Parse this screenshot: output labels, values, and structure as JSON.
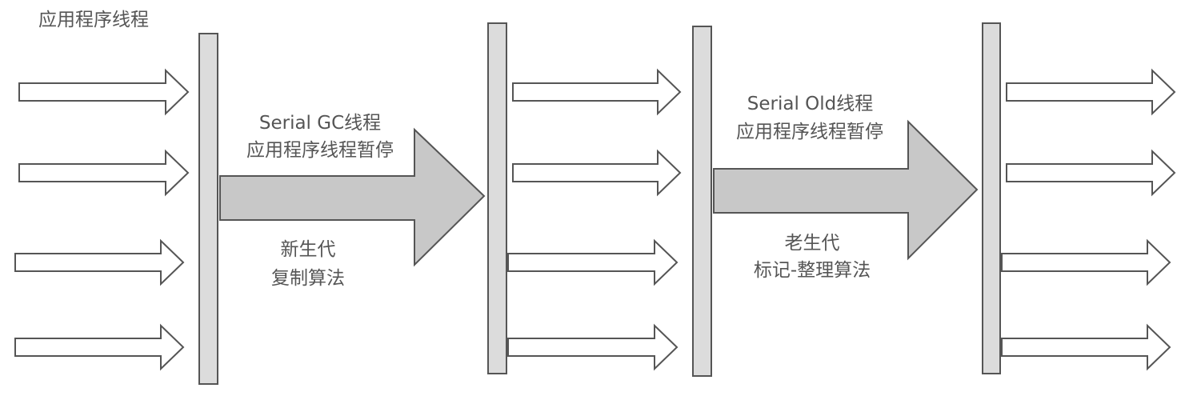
{
  "diagram": {
    "app_threads_label": "应用程序线程",
    "serial_gc": {
      "title": "Serial GC线程",
      "pause_note": "应用程序线程暂停",
      "generation": "新生代",
      "algorithm": "复制算法"
    },
    "serial_old": {
      "title": "Serial Old线程",
      "pause_note": "应用程序线程暂停",
      "generation": "老生代",
      "algorithm": "标记-整理算法"
    }
  },
  "colors": {
    "bar_fill": "#dcdcdc",
    "big_arrow_fill": "#c8c8c8",
    "stroke": "#555555",
    "text": "#555555"
  }
}
